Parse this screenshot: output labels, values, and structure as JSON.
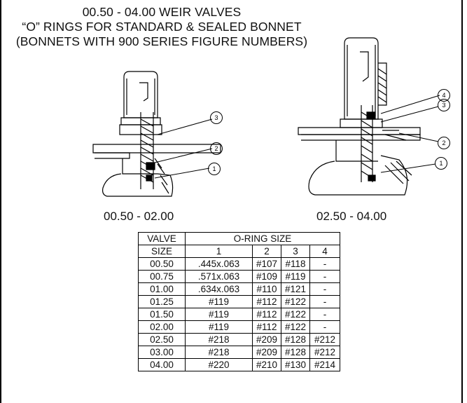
{
  "title": {
    "line1": "00.50 - 04.00 WEIR VALVES",
    "line2": "“O” RINGS FOR STANDARD & SEALED BONNET",
    "line3": "(BONNETS WITH 900 SERIES FIGURE NUMBERS)"
  },
  "drawings": {
    "left": {
      "caption": "00.50 - 02.00",
      "callouts": [
        "3",
        "2",
        "1"
      ]
    },
    "right": {
      "caption": "02.50 - 04.00",
      "callouts": [
        "4",
        "3",
        "2",
        "1"
      ]
    }
  },
  "table": {
    "header_valve": "VALVE",
    "header_size": "SIZE",
    "header_oring": "O-RING SIZE",
    "columns": [
      "1",
      "2",
      "3",
      "4"
    ],
    "rows": [
      [
        "00.50",
        ".445x.063",
        "#107",
        "#118",
        "-"
      ],
      [
        "00.75",
        ".571x.063",
        "#109",
        "#119",
        "-"
      ],
      [
        "01.00",
        ".634x.063",
        "#110",
        "#121",
        "-"
      ],
      [
        "01.25",
        "#119",
        "#112",
        "#122",
        "-"
      ],
      [
        "01.50",
        "#119",
        "#112",
        "#122",
        "-"
      ],
      [
        "02.00",
        "#119",
        "#112",
        "#122",
        "-"
      ],
      [
        "02.50",
        "#218",
        "#209",
        "#128",
        "#212"
      ],
      [
        "03.00",
        "#218",
        "#209",
        "#128",
        "#212"
      ],
      [
        "04.00",
        "#220",
        "#210",
        "#130",
        "#214"
      ]
    ]
  }
}
